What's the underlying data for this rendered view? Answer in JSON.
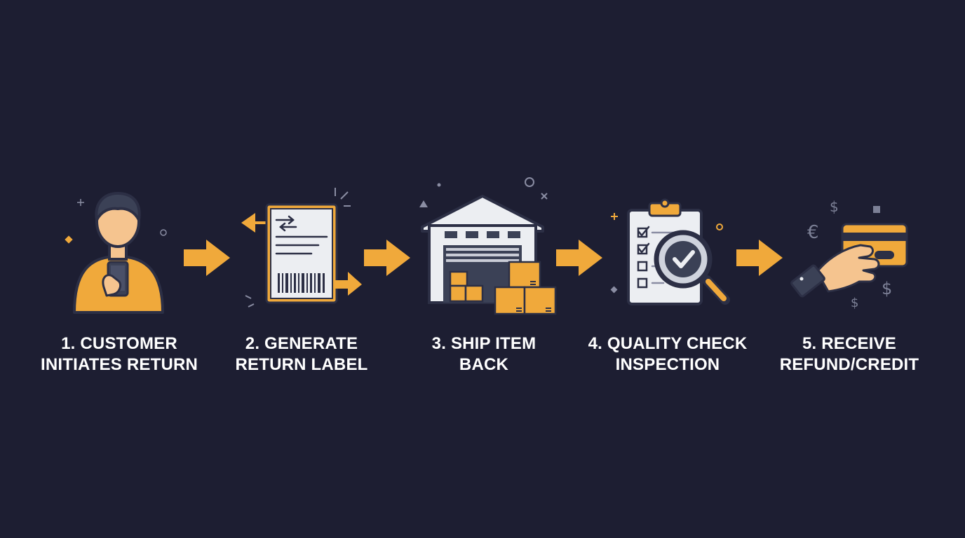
{
  "colors": {
    "background": "#1d1e32",
    "accent": "#f0a93b",
    "outline": "#2c2f45",
    "text": "#ffffff"
  },
  "steps": [
    {
      "line1": "1. CUSTOMER",
      "line2": "INITIATES RETURN",
      "icon": "person-with-phone-icon"
    },
    {
      "line1": "2. GENERATE",
      "line2": "RETURN LABEL",
      "icon": "shipping-label-barcode-icon"
    },
    {
      "line1": "3. SHIP ITEM",
      "line2": "BACK",
      "icon": "warehouse-boxes-icon"
    },
    {
      "line1": "4. QUALITY CHECK",
      "line2": "INSPECTION",
      "icon": "clipboard-magnifier-check-icon"
    },
    {
      "line1": "5. RECEIVE",
      "line2": "REFUND/CREDIT",
      "icon": "hand-credit-card-icon"
    }
  ],
  "arrows": [
    "right-arrow-icon",
    "right-arrow-icon",
    "right-arrow-icon",
    "right-arrow-icon"
  ],
  "currency_symbols": {
    "dollar": "$",
    "euro": "€"
  }
}
